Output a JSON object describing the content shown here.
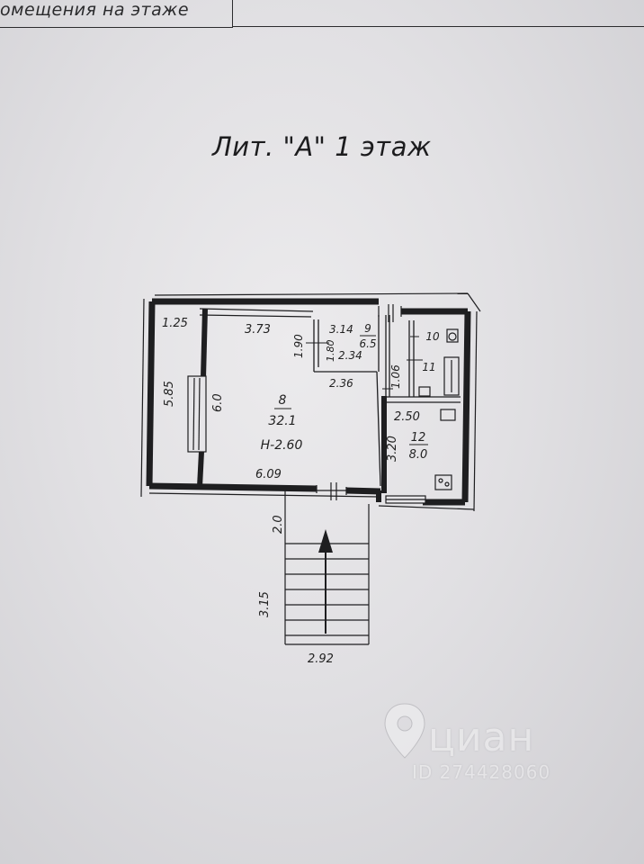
{
  "header": {
    "text": "омещения на этаже"
  },
  "plan": {
    "title": "Лит. \"А\" 1 этаж",
    "dimensions": {
      "left_corridor_width": "1.25",
      "left_corridor_length": "5.85",
      "room8_top": "3.73",
      "room8_height": "6.0",
      "room8_bottom": "6.09",
      "room9_height": "1.90",
      "room9_width_top": "3.14",
      "room9_inner": "1.80",
      "room9_side": "2.34",
      "room9_bottom": "2.36",
      "room12_top_side": "1.06",
      "room12_width": "2.50",
      "room12_height": "3.20",
      "stairs_length": "2.0",
      "stairs_run": "3.15",
      "stairs_width": "2.92"
    },
    "rooms": [
      {
        "number": "8",
        "area": "32.1",
        "height": "H-2.60"
      },
      {
        "number": "9",
        "area": "6.5"
      },
      {
        "number": "10"
      },
      {
        "number": "11"
      },
      {
        "number": "12",
        "area": "8.0"
      }
    ]
  },
  "watermark": {
    "brand": "циан",
    "id": "ID 274428060"
  }
}
